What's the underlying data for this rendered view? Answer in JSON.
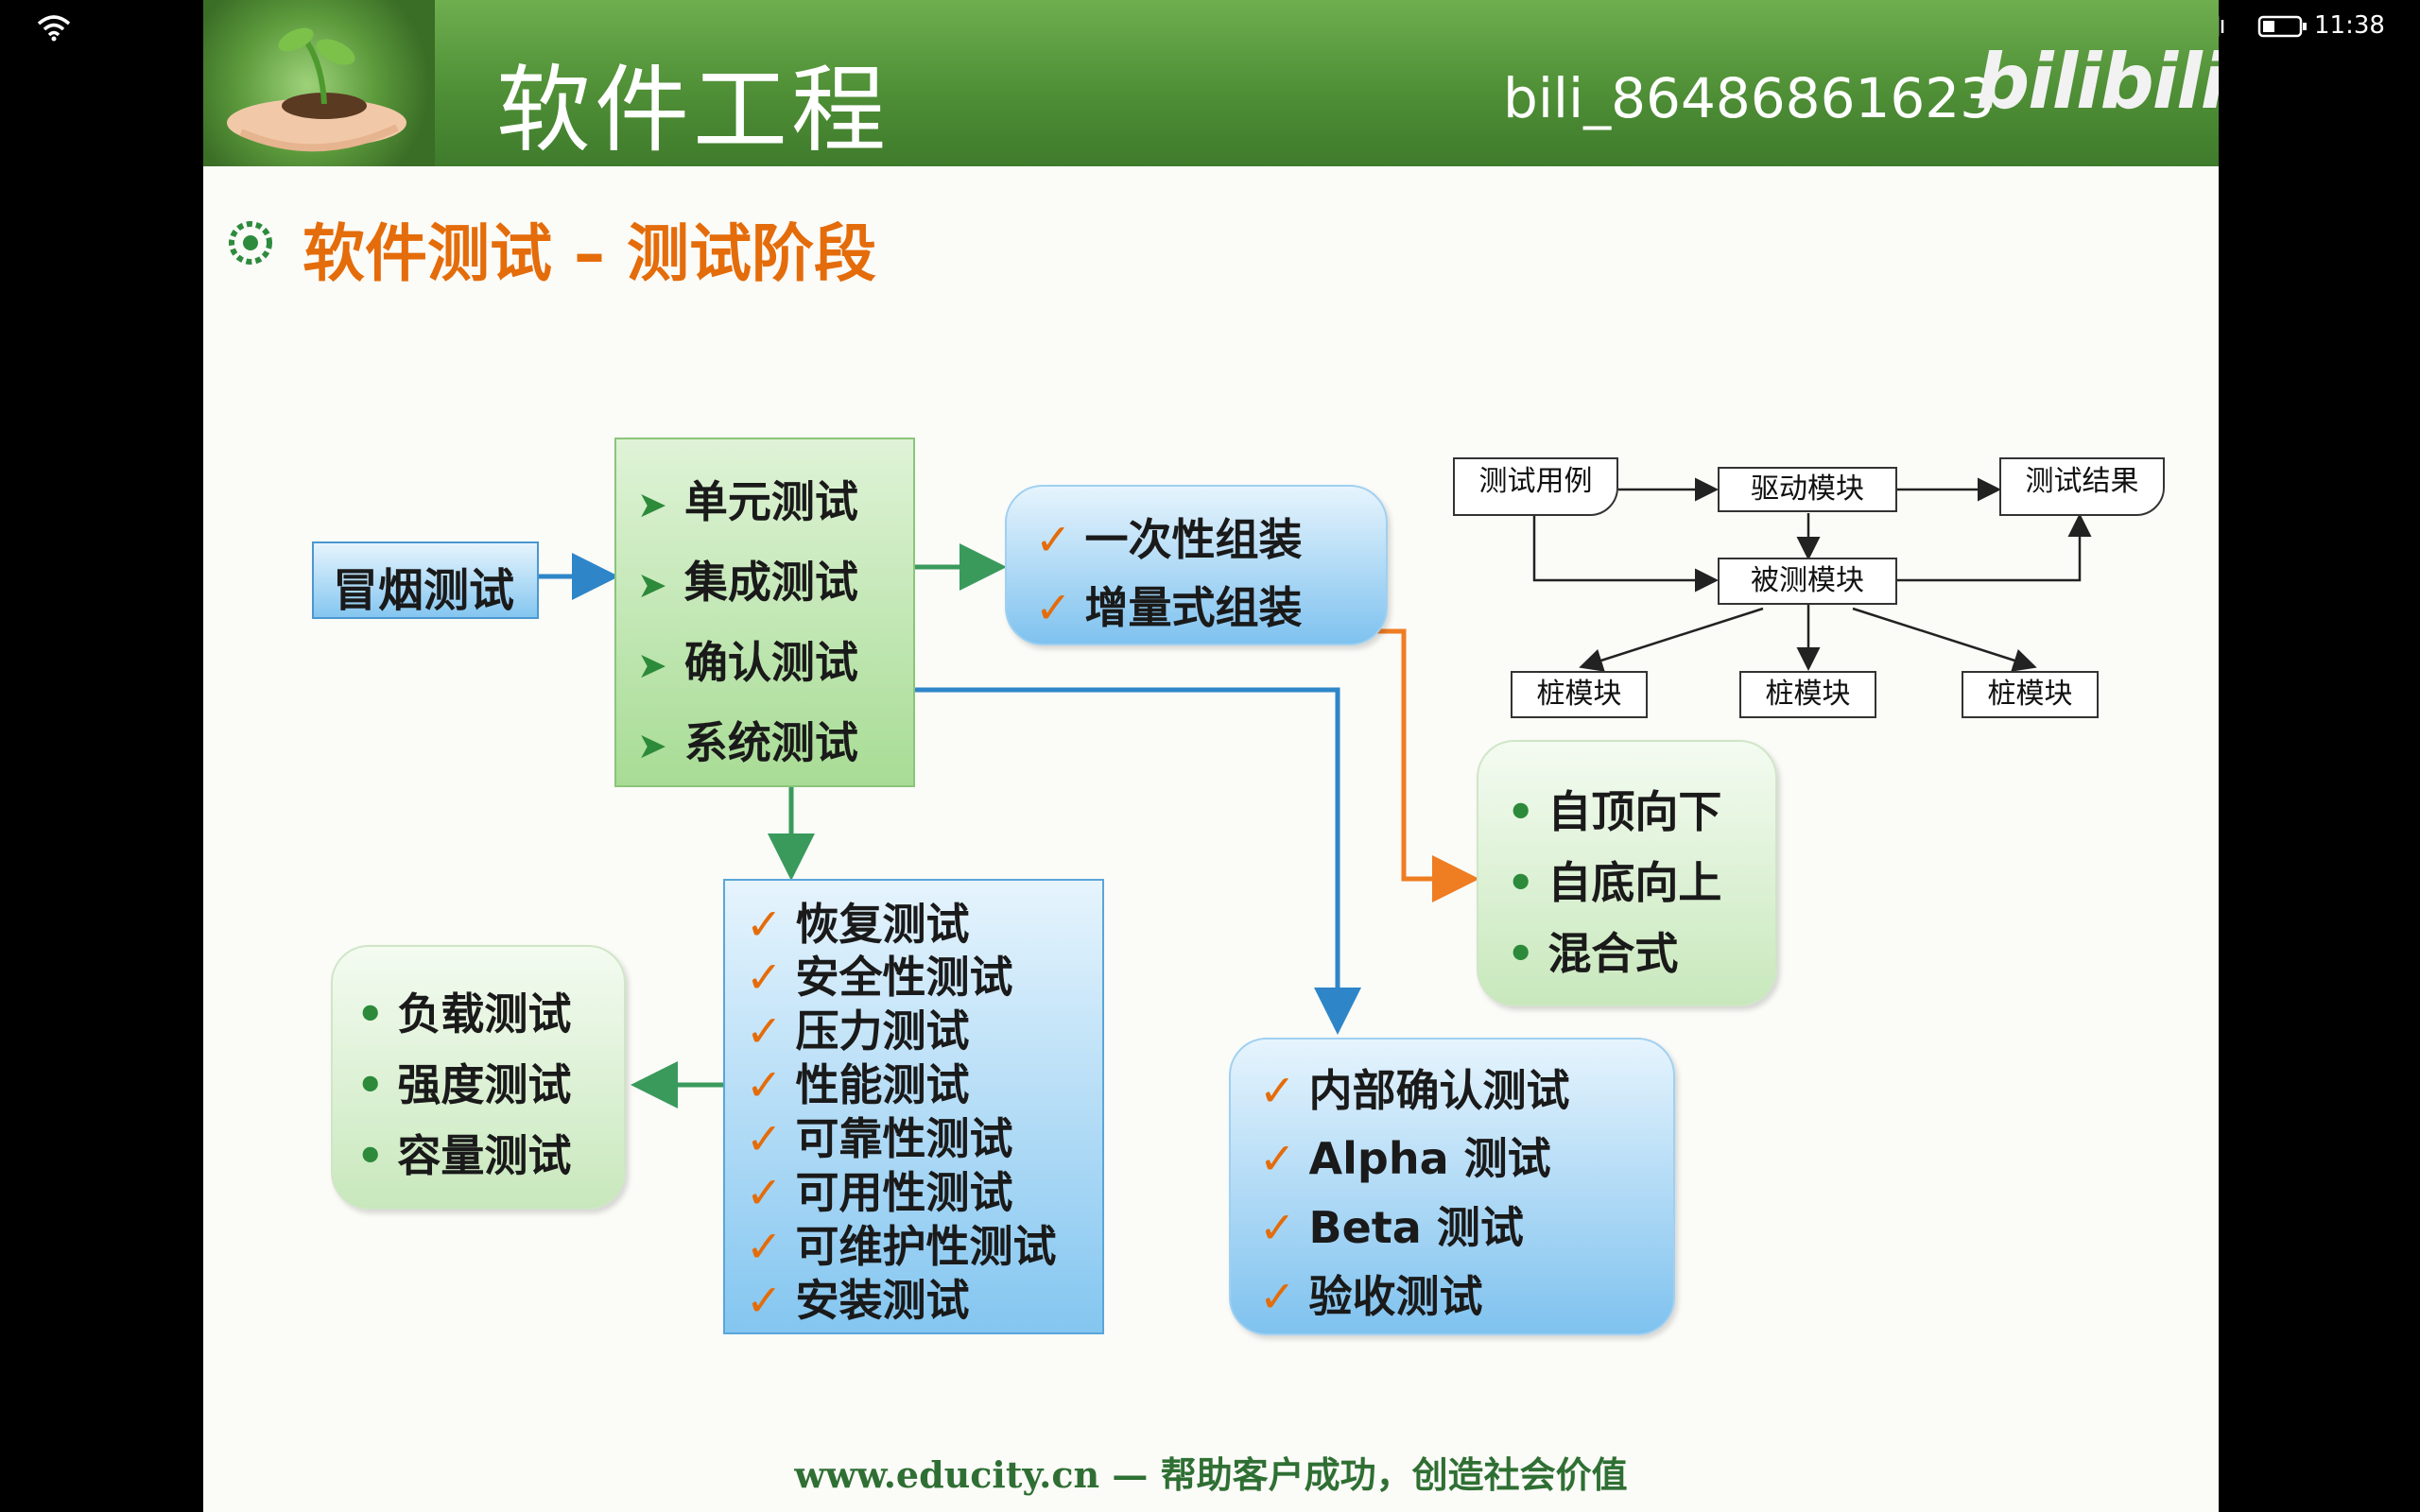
{
  "status_bar": {
    "time": "11:38",
    "icons": [
      "wifi-icon",
      "eye-icon",
      "pen-icon",
      "bluetooth-icon",
      "vibrate-icon",
      "battery-icon"
    ]
  },
  "header": {
    "course_title": "软件工程",
    "user_id": "bili_86486861623",
    "platform_logo": "bilibili"
  },
  "slide_title": "软件测试 – 测试阶段",
  "smoke_test": {
    "label": "冒烟测试"
  },
  "test_stages": {
    "items": [
      "单元测试",
      "集成测试",
      "确认测试",
      "系统测试"
    ]
  },
  "integration_methods": {
    "items": [
      "一次性组装",
      "增量式组装"
    ]
  },
  "incremental_strategies": {
    "items": [
      "自顶向下",
      "自底向上",
      "混合式"
    ]
  },
  "system_tests": {
    "items": [
      "恢复测试",
      "安全性测试",
      "压力测试",
      "性能测试",
      "可靠性测试",
      "可用性测试",
      "可维护性测试",
      "安装测试"
    ]
  },
  "performance_tests": {
    "items": [
      "负载测试",
      "强度测试",
      "容量测试"
    ]
  },
  "acceptance_tests": {
    "items": [
      "内部确认测试",
      "Alpha 测试",
      "Beta 测试",
      "验收测试"
    ]
  },
  "unit_test_env": {
    "test_cases": "测试用例",
    "driver_module": "驱动模块",
    "test_results": "测试结果",
    "module_under_test": "被测模块",
    "stub_modules": [
      "桩模块",
      "桩模块",
      "桩模块"
    ]
  },
  "footer": {
    "text": "www.educity.cn — 帮助客户成功，创造社会价值"
  },
  "colors": {
    "header_green": "#4f8f36",
    "title_orange": "#e46c0a",
    "arrow_blue": "#2e86c8",
    "arrow_green": "#3a9a5c",
    "arrow_orange": "#ef7d22"
  }
}
